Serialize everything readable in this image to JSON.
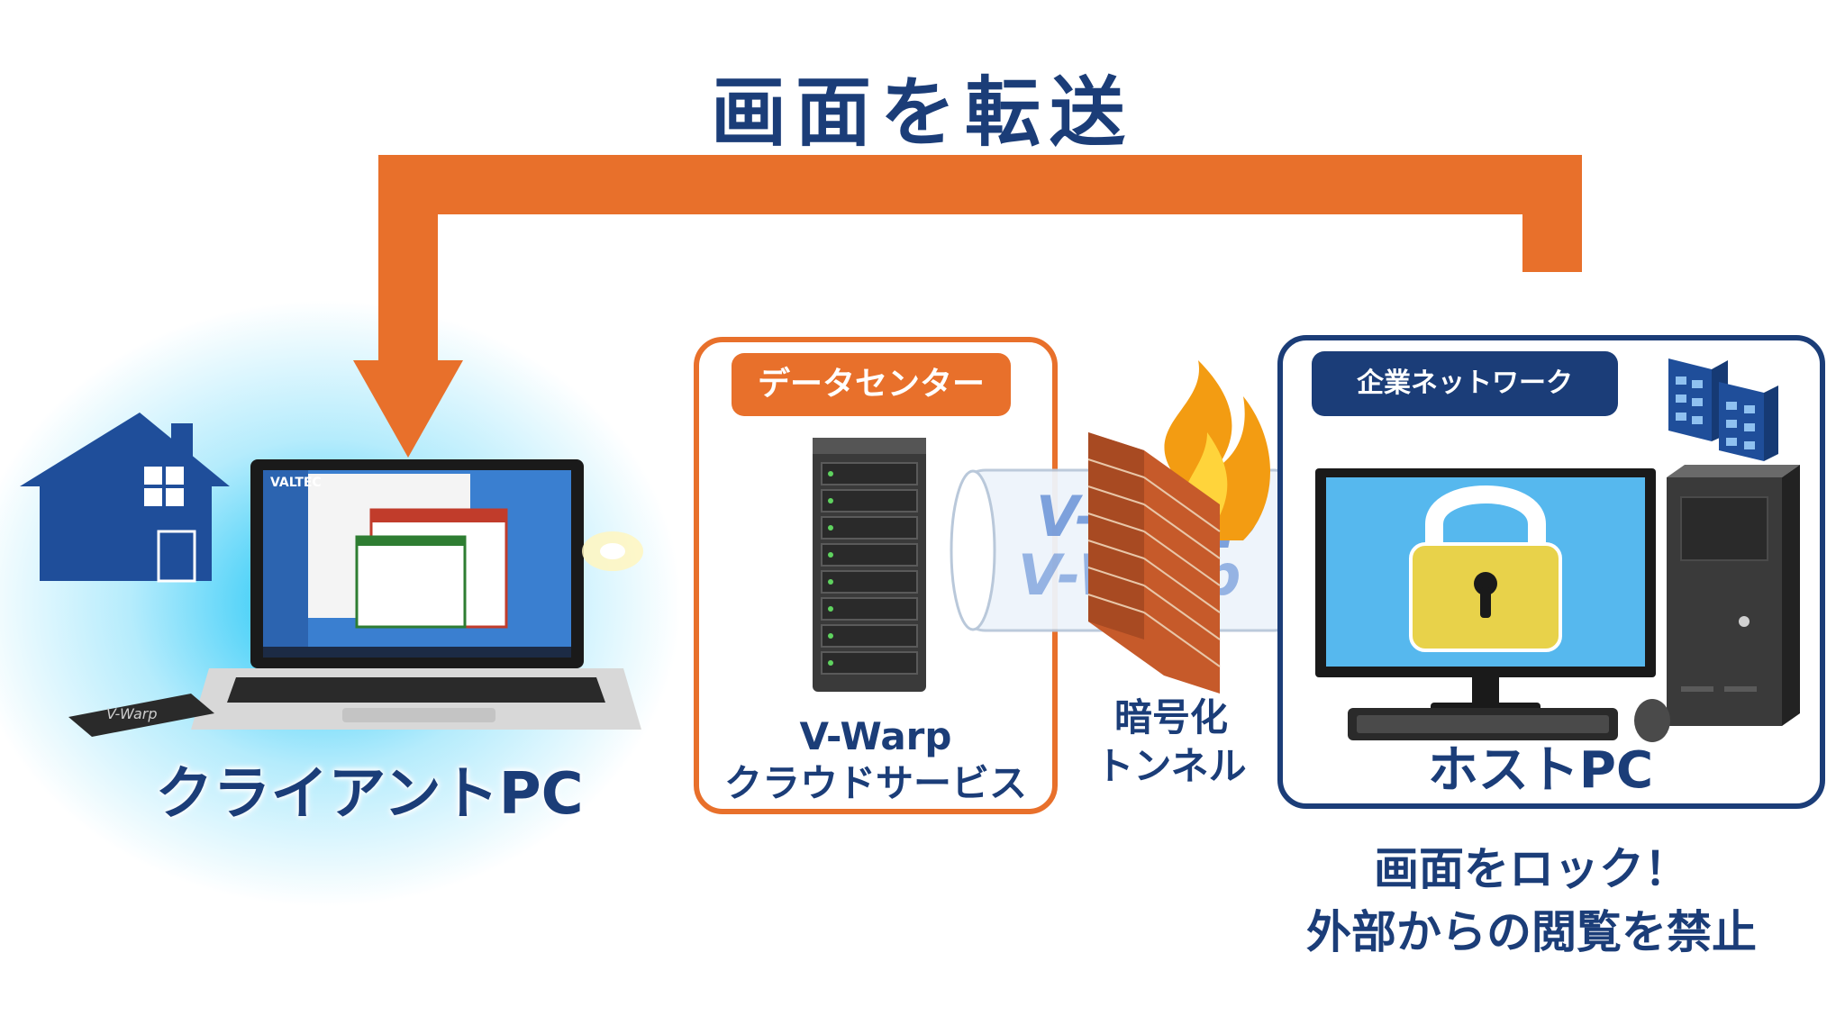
{
  "title": "画面を転送",
  "client": {
    "label": "クライアントPC",
    "laptop_brand": "VALTEC",
    "card_text": "V-Warp"
  },
  "datacenter": {
    "badge": "データセンター",
    "label_line1": "V-Warp",
    "label_line2": "クラウドサービス"
  },
  "tunnel": {
    "label_line1": "暗号化",
    "label_line2": "トンネル",
    "logo_text": "V-Warp"
  },
  "corporate": {
    "badge": "企業ネットワーク"
  },
  "host": {
    "label": "ホストPC"
  },
  "note": {
    "line1": "画面をロック！",
    "line2": "外部からの閲覧を禁止"
  },
  "colors": {
    "orange": "#e8702b",
    "navy": "#1b3d78",
    "house": "#1f4e9a",
    "screen": "#56b8ee",
    "lock": "#e8d24a"
  }
}
